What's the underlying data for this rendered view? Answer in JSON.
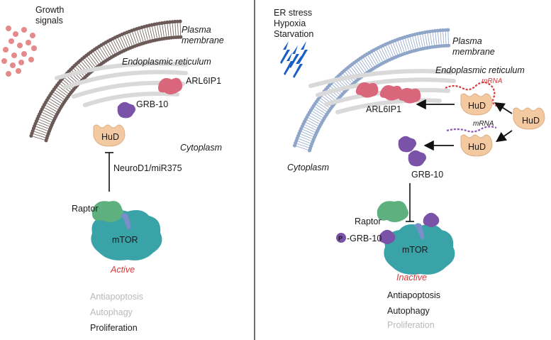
{
  "left": {
    "growth_signals": [
      "Growth",
      "signals"
    ],
    "membrane": [
      "Plasma",
      "membrane"
    ],
    "er": "Endoplasmic reticulum",
    "arl6ip1": "ARL6IP1",
    "grb10": "GRB-10",
    "hud": "HuD",
    "cytoplasm": "Cytoplasm",
    "neurod1": "NeuroD1/miR375",
    "raptor": "Raptor",
    "mtor": "mTOR",
    "state": "Active",
    "outcomes": [
      "Antiapoptosis",
      "Autophagy",
      "Proliferation"
    ]
  },
  "right": {
    "stress": [
      "ER stress",
      "Hypoxia",
      "Starvation"
    ],
    "membrane": [
      "Plasma",
      "membrane"
    ],
    "er": "Endoplasmic reticulum",
    "arl6ip1": "ARL6IP1",
    "mrna_top": "mRNA",
    "mrna_bottom": "mRNA",
    "hud_top": "HuD",
    "hud_free": "HuD",
    "hud_bottom": "HuD",
    "cytoplasm": "Cytoplasm",
    "grb10": "GRB-10",
    "raptor": "Raptor",
    "phospho": "P",
    "p_grb10": "-GRB-10",
    "mtor": "mTOR",
    "state": "Inactive",
    "outcomes": [
      "Antiapoptosis",
      "Autophagy",
      "Proliferation"
    ]
  },
  "colors": {
    "membrane_left": "#6b5a57",
    "membrane_right": "#8fa6c9",
    "er": "#d9d9d9",
    "arl6ip1": "#d9667a",
    "grb10": "#7a52a8",
    "hud": "#f2c9a1",
    "mtor": "#3aa3a8",
    "raptor": "#5fb07f",
    "mrna_red": "#d23b3b",
    "mrna_purple": "#8a55b5",
    "growth_dots": "#e58a8a",
    "lightning": "#1a5fc4"
  }
}
